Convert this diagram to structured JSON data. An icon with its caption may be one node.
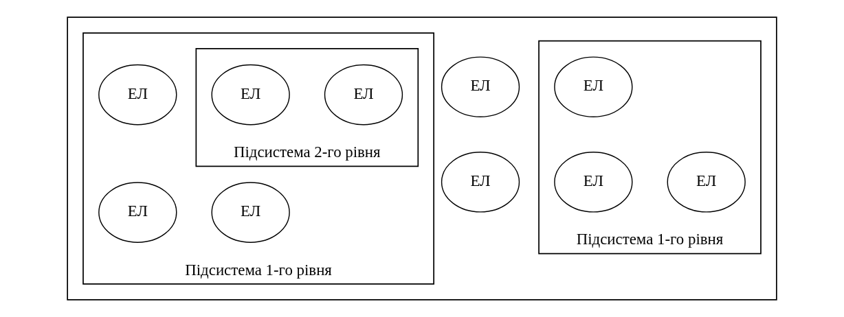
{
  "diagram": {
    "nodes": [
      {
        "text": [],
        "shape": "box"
      },
      {
        "text": [
          "Підсистема 1-го рівня"
        ],
        "in": 0
      },
      {
        "text": [
          "ЕЛ"
        ],
        "in": 1
      },
      {
        "text": [
          "Підсистема 2-го рівня"
        ],
        "in": 1
      },
      {
        "text": [
          "ЕЛ"
        ],
        "in": 3
      },
      {
        "text": [
          "ЕЛ"
        ],
        "in": 3
      },
      {
        "text": [
          "ЕЛ"
        ],
        "in": 1
      },
      {
        "text": [
          "ЕЛ"
        ],
        "in": 1
      },
      {
        "text": [
          "ЕЛ"
        ],
        "in": 0
      },
      {
        "text": [
          "ЕЛ"
        ],
        "in": 0
      },
      {
        "text": [
          "Підсистема 1-го рівня"
        ],
        "in": 0
      },
      {
        "text": [
          "ЕЛ"
        ],
        "in": 10
      },
      {
        "text": [
          "ЕЛ"
        ],
        "in": 10
      },
      {
        "text": [
          "ЕЛ"
        ],
        "in": 10
      }
    ],
    "edges": []
  }
}
